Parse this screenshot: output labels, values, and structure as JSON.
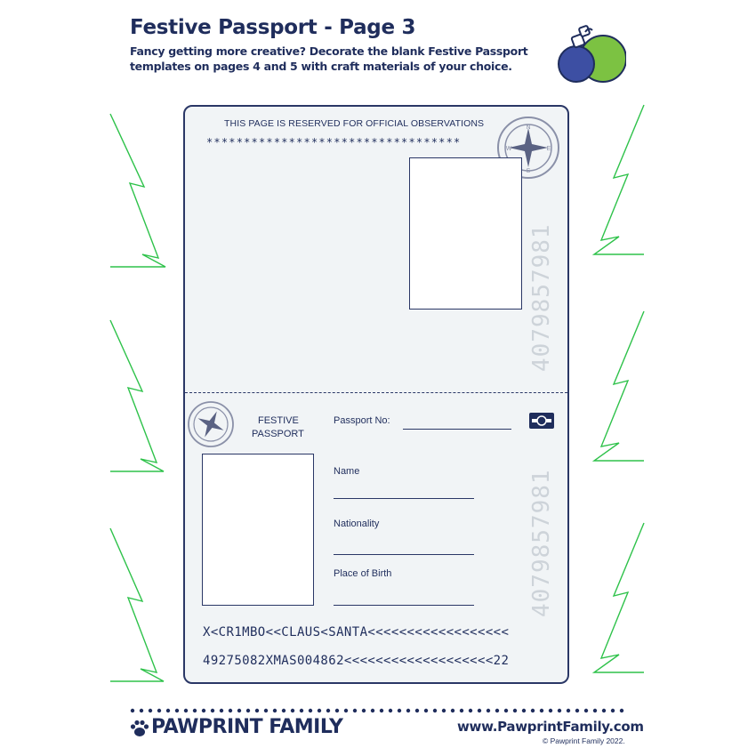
{
  "header": {
    "title": "Festive Passport - Page 3",
    "intro": "Fancy getting more creative? Decorate the blank Festive Passport templates on pages 4 and 5 with craft materials of your choice."
  },
  "passport": {
    "top": {
      "reserved_text": "THIS PAGE IS RESERVED FOR OFFICIAL OBSERVATIONS",
      "stars": "**********************************",
      "vertical_number": "4079857981"
    },
    "bottom": {
      "heading_line1": "FESTIVE",
      "heading_line2": "PASSPORT",
      "passport_no_label": "Passport No:",
      "name_label": "Name",
      "nationality_label": "Nationality",
      "place_of_birth_label": "Place of Birth",
      "vertical_number": "4079857981",
      "mrz_line1": "X<CR1MBO<<CLAUS<SANTA<<<<<<<<<<<<<<<<<<",
      "mrz_line2": "49275082XMAS004862<<<<<<<<<<<<<<<<<<<22"
    }
  },
  "footer": {
    "brand": "PAWPRINT FAMILY",
    "website": "www.PawprintFamily.com",
    "copyright": "© Pawprint Family 2022."
  },
  "colors": {
    "navy": "#1f2d5c",
    "tree_green": "#2ec24a",
    "ornament_green": "#7cc242",
    "ornament_blue": "#3d4fa3",
    "passport_bg": "#f1f4f6"
  },
  "icons": [
    "ornaments-icon",
    "compass-stamp-icon",
    "chip-icon",
    "paw-icon",
    "tree-outline-icon"
  ]
}
